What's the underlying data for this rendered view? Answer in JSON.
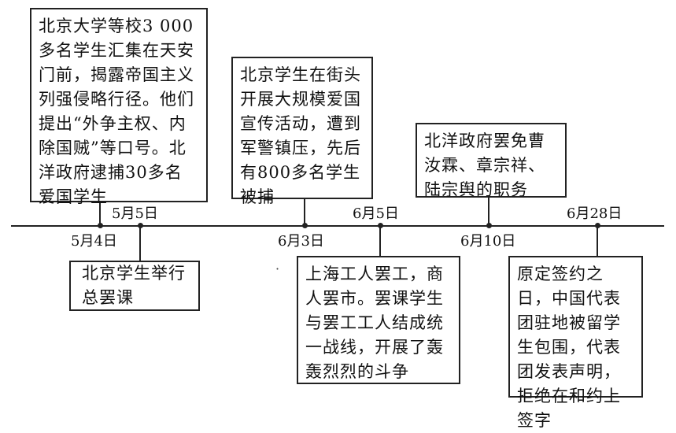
{
  "timeline": {
    "events": [
      {
        "id": "may4",
        "date": "5月4日",
        "text": "北京学生举行总罢课"
      },
      {
        "id": "may5",
        "date": "5月5日",
        "text": "北京大学等校3 000多名学生汇集在天安门前，揭露帝国主义列强侵略行径。他们提出“外争主权、内除国贼”等口号。北洋政府逮捕30多名爱国学生"
      },
      {
        "id": "jun3",
        "date": "6月3日",
        "text": "北京学生在街头开展大规模爱国宣传活动，遭到军警镇压，先后有800多名学生被捕"
      },
      {
        "id": "jun5",
        "date": "6月5日",
        "text": "上海工人罢工，商人罢市。罢课学生与罢工工人结成统一战线，开展了轰轰烈烈的斗争"
      },
      {
        "id": "jun10",
        "date": "6月10日",
        "text": "北洋政府罢免曹汝霖、章宗祥、陆宗舆的职务"
      },
      {
        "id": "jun28",
        "date": "6月28日",
        "text": "原定签约之日，中国代表团驻地被留学生包围，代表团发表声明，拒绝在和约上签字"
      }
    ]
  }
}
